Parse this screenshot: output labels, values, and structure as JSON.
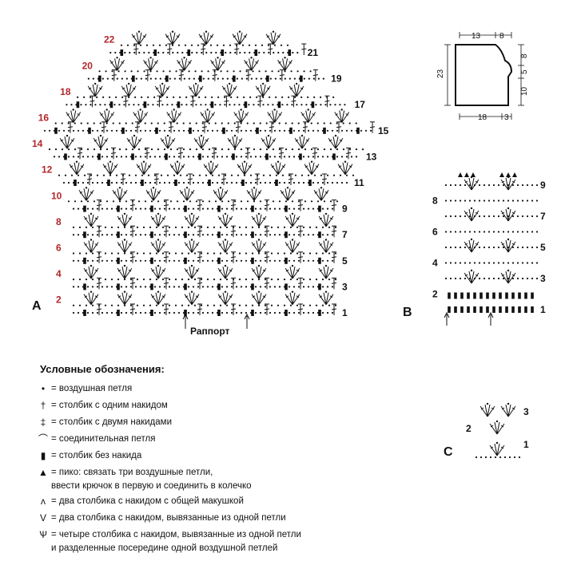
{
  "panel_labels": {
    "a": "A",
    "b": "B",
    "c": "C"
  },
  "rapport_label": "Раппорт",
  "diagram_a": {
    "rows_left_red": [
      "22",
      "20",
      "18",
      "16",
      "14",
      "12",
      "10",
      "8",
      "6",
      "4",
      "2"
    ],
    "rows_right": [
      "21",
      "19",
      "17",
      "15",
      "13",
      "11",
      "9",
      "7",
      "5",
      "3",
      "1"
    ]
  },
  "diagram_b": {
    "rows_left": [
      "8",
      "6",
      "4",
      "2"
    ],
    "rows_right": [
      "9",
      "7",
      "5",
      "3",
      "1"
    ]
  },
  "diagram_c": {
    "rows_left": [
      "2"
    ],
    "rows_right": [
      "3",
      "1"
    ]
  },
  "pattern_schematic": {
    "top_left": "13",
    "top_right": "8",
    "left_height": "23",
    "right_seg_1": "8",
    "right_seg_2": "5",
    "right_seg_3": "10",
    "bottom_left": "18",
    "bottom_right": "3"
  },
  "legend": {
    "title": "Условные обозначения:",
    "items": [
      {
        "symbol": "dot-icon",
        "text": "= воздушная петля"
      },
      {
        "symbol": "double-crochet-icon",
        "text": "= столбик с одним накидом"
      },
      {
        "symbol": "treble-crochet-icon",
        "text": "= столбик с двумя накидами"
      },
      {
        "symbol": "slip-stitch-icon",
        "text": "= соединительная петля"
      },
      {
        "symbol": "single-crochet-icon",
        "text": "= столбик без накида"
      },
      {
        "symbol": "picot-icon",
        "text": "= пико: связать три воздушные петли,\nввести крючок в первую и соединить в колечко"
      },
      {
        "symbol": "cluster-icon",
        "text": "= два столбика с накидом с общей макушкой"
      },
      {
        "symbol": "v-stitch-icon",
        "text": "= два столбика с накидом, вывязанные из одной петли"
      },
      {
        "symbol": "fan-icon",
        "text": "= четыре столбика с накидом, вывязанные из одной петли\nи разделенные посередине одной воздушной петлей"
      }
    ]
  }
}
